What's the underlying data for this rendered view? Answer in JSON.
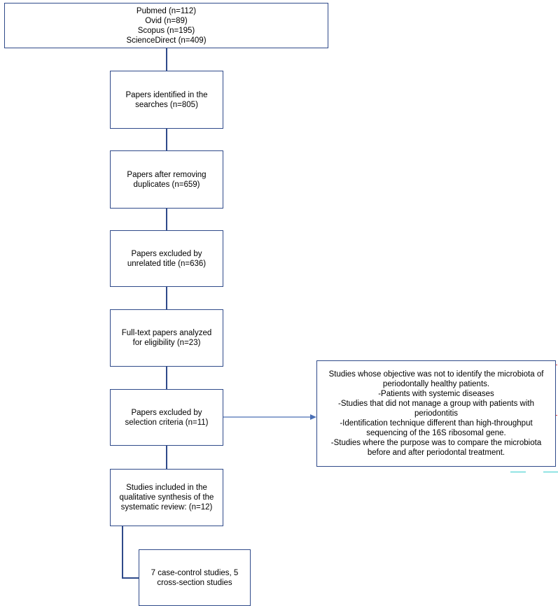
{
  "sources": [
    "Pubmed (n=112)",
    "Ovid (n=89)",
    "Scopus (n=195)",
    "ScienceDirect (n=409)"
  ],
  "steps": {
    "identified": "Papers identified in the searches (n=805)",
    "dedup": "Papers after removing duplicates (n=659)",
    "title_excluded": "Papers excluded by unrelated title (n=636)",
    "fulltext": "Full-text papers analyzed for eligibility (n=23)",
    "selection_excluded": "Papers excluded by selection criteria (n=11)",
    "included": "Studies included in the qualitative synthesis of the systematic review: (n=12)",
    "breakdown": "7 case-control studies, 5 cross-section studies"
  },
  "criteria": [
    "Studies whose objective was not to identify the microbiota of periodontally healthy patients.",
    "-Patients with systemic diseases",
    "-Studies that did not manage a group with patients with periodontitis",
    "-Identification technique different than high-throughput sequencing of the 16S ribosomal gene.",
    "-Studies where the purpose was to compare the microbiota before and after periodontal treatment."
  ],
  "colors": {
    "border": "#2f4a8a",
    "arrow": "#4a6fb5"
  }
}
